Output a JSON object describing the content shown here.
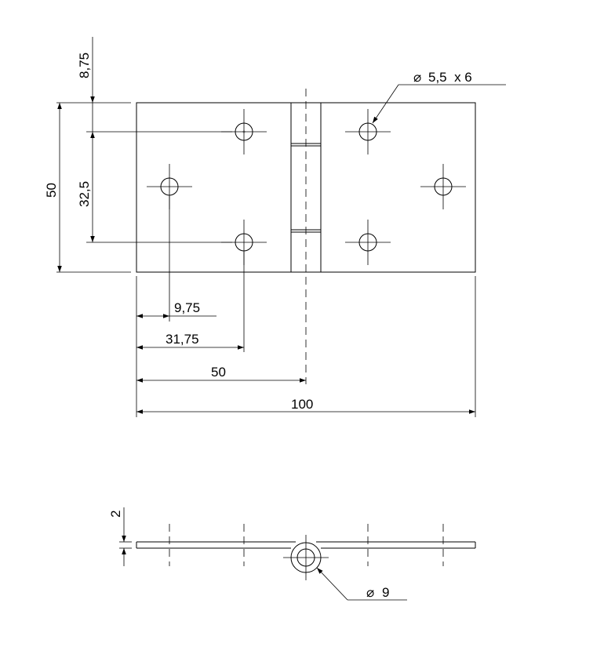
{
  "drawing": {
    "top_view": {
      "dim_offset_top": "8,75",
      "dim_height": "50",
      "dim_hole_spacing": "32,5",
      "dim_x_hole_left": "9,75",
      "dim_x_hole_inner": "31,75",
      "dim_x_axis": "50",
      "dim_total_width": "100",
      "hole_note": "5,5  x 6"
    },
    "side_view": {
      "dim_thickness": "2",
      "pin_note": "9"
    },
    "symbols": {
      "diameter": "⌀"
    }
  }
}
